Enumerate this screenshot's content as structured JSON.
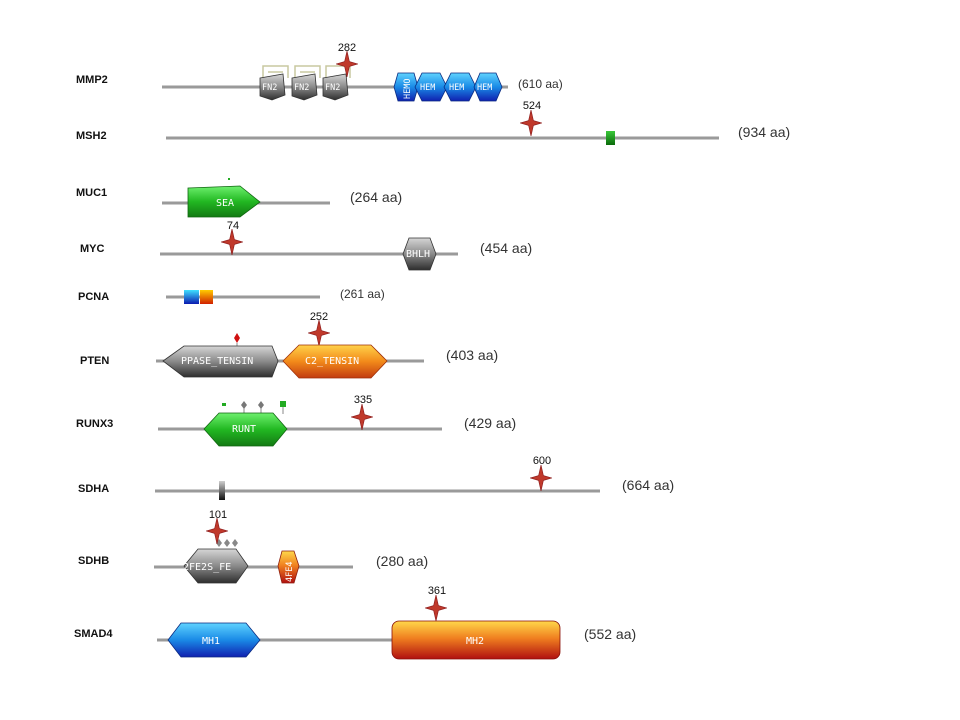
{
  "proteins": [
    {
      "gene": "MMP2",
      "length_label": "(610 aa)",
      "domains": [
        "FN2",
        "FN2",
        "FN2",
        "HEMO",
        "HEM",
        "HEM",
        "HEM"
      ],
      "mutation": "282"
    },
    {
      "gene": "MSH2",
      "length_label": "(934 aa)",
      "mutation": "524"
    },
    {
      "gene": "MUC1",
      "length_label": "(264 aa)",
      "domains": [
        "SEA"
      ]
    },
    {
      "gene": "MYC",
      "length_label": "(454 aa)",
      "domains": [
        "BHLH"
      ],
      "mutation": "74"
    },
    {
      "gene": "PCNA",
      "length_label": "(261 aa)"
    },
    {
      "gene": "PTEN",
      "length_label": "(403 aa)",
      "domains": [
        "PPASE_TENSIN",
        "C2_TENSIN"
      ],
      "mutation": "252"
    },
    {
      "gene": "RUNX3",
      "length_label": "(429 aa)",
      "domains": [
        "RUNT"
      ],
      "mutation": "335"
    },
    {
      "gene": "SDHA",
      "length_label": "(664 aa)",
      "mutation": "600"
    },
    {
      "gene": "SDHB",
      "length_label": "(280 aa)",
      "domains": [
        "2FE2S_FE",
        "4FE4"
      ],
      "mutation": "101"
    },
    {
      "gene": "SMAD4",
      "length_label": "(552 aa)",
      "domains": [
        "MH1",
        "MH2"
      ],
      "mutation": "361"
    }
  ]
}
